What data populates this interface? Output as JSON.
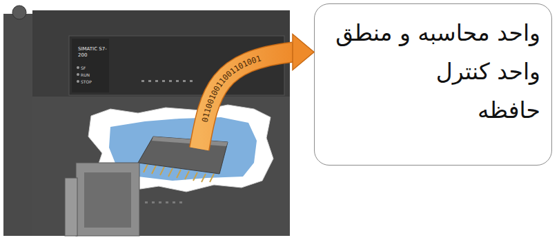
{
  "diagram": {
    "nodes": [
      {
        "text": [
          "SIMATIC S7-200"
        ]
      },
      {
        "text": [
          "واحد محاسبه و منطق",
          "واحد کنترل",
          "حافظه"
        ]
      }
    ],
    "edges": [
      {
        "from": 0,
        "to": 1,
        "arrow": "to",
        "label": "0110010011001101001"
      }
    ],
    "labels": [
      "SF",
      "RUN",
      "STOP"
    ]
  }
}
